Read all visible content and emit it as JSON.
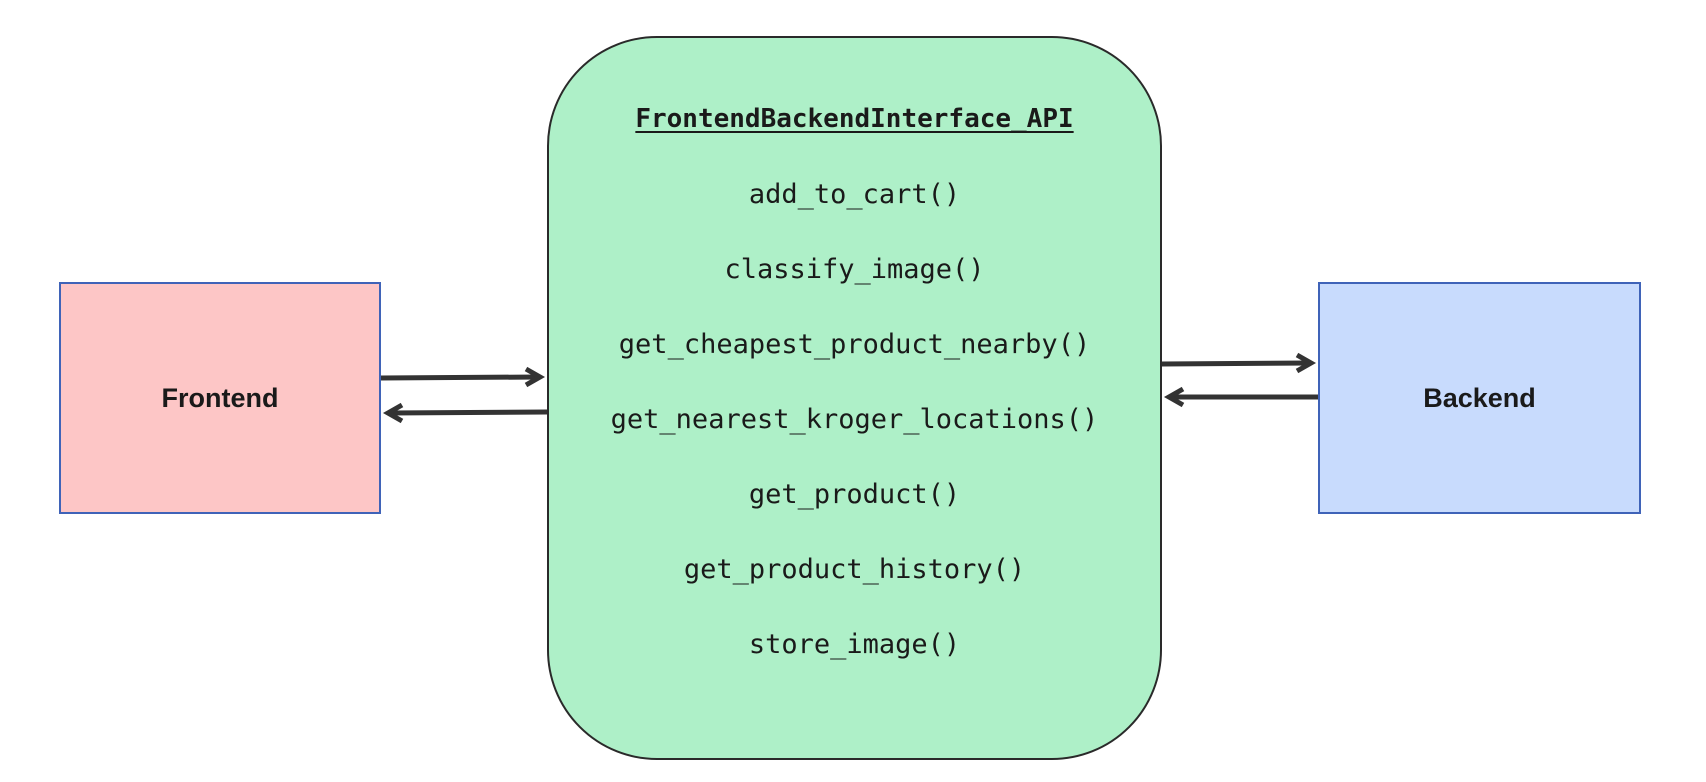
{
  "frontend": {
    "label": "Frontend"
  },
  "backend": {
    "label": "Backend"
  },
  "api": {
    "title": "FrontendBackendInterface_API",
    "methods": [
      "add_to_cart()",
      "classify_image()",
      "get_cheapest_product_nearby()",
      "get_nearest_kroger_locations()",
      "get_product()",
      "get_product_history()",
      "store_image()"
    ]
  },
  "colors": {
    "frontend_fill": "#fdc6c6",
    "backend_fill": "#c8dbfd",
    "api_fill": "#aef0c8",
    "box_border": "#3f63b8",
    "arrow": "#333333"
  }
}
